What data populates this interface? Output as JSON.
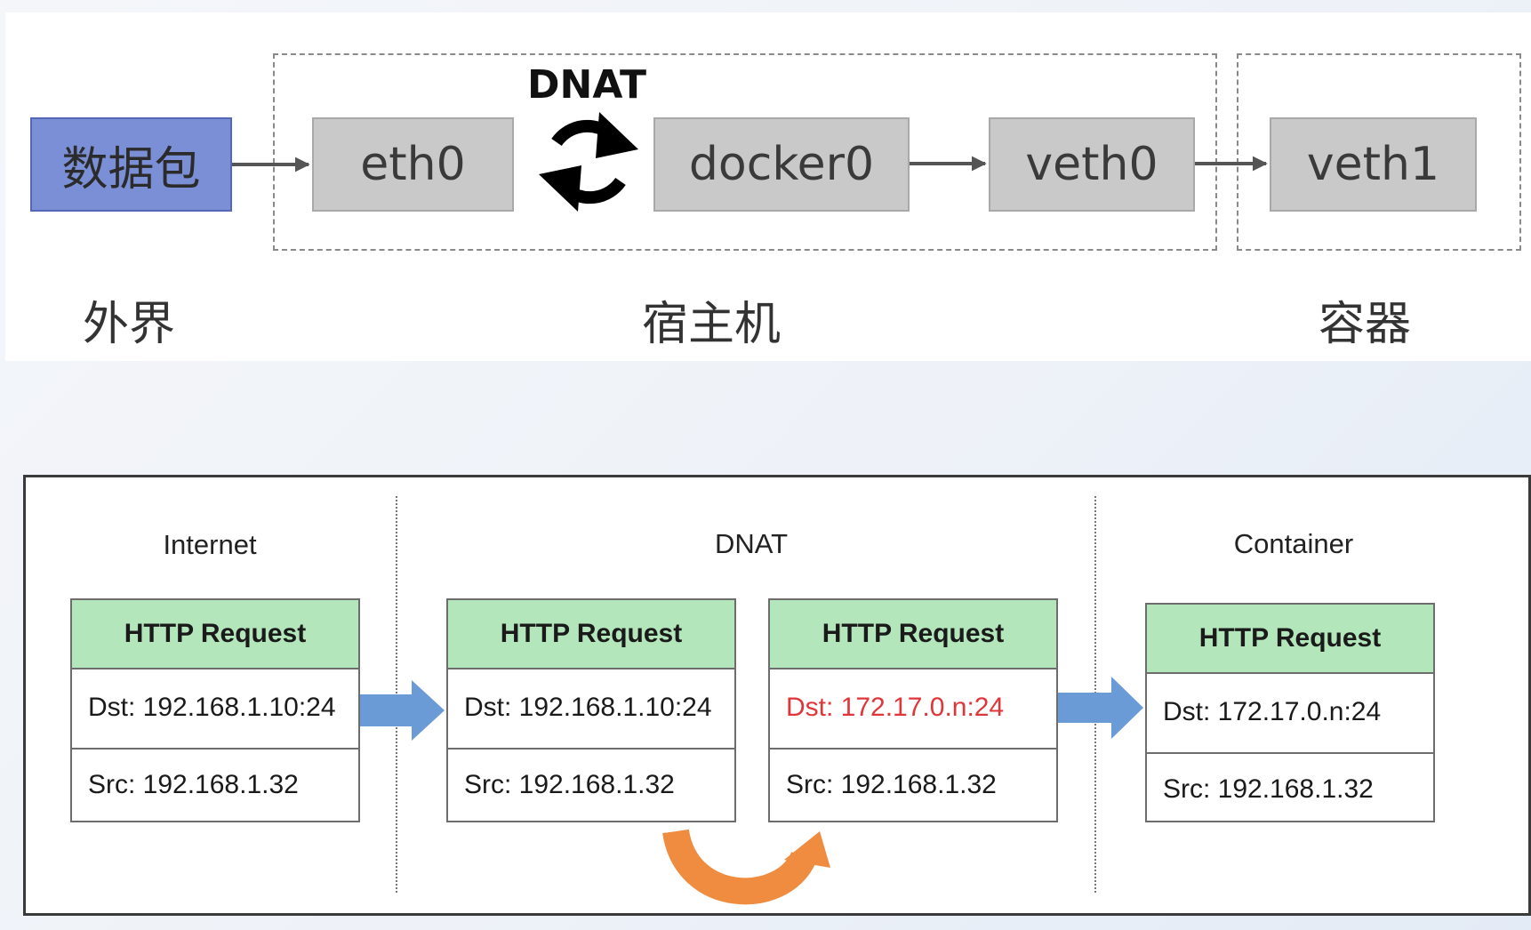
{
  "top": {
    "dnat_label": "DNAT",
    "nodes": {
      "packet": "数据包",
      "eth0": "eth0",
      "docker0": "docker0",
      "veth0": "veth0",
      "veth1": "veth1"
    },
    "zones": {
      "outside": "外界",
      "host": "宿主机",
      "container": "容器"
    }
  },
  "bottom": {
    "sections": {
      "internet": "Internet",
      "dnat": "DNAT",
      "container": "Container"
    },
    "packets": [
      {
        "header": "HTTP Request",
        "dst": "Dst: 192.168.1.10:24",
        "src": "Src: 192.168.1.32"
      },
      {
        "header": "HTTP Request",
        "dst": "Dst: 192.168.1.10:24",
        "src": "Src: 192.168.1.32"
      },
      {
        "header": "HTTP Request",
        "dst": "Dst: 172.17.0.n:24",
        "src": "Src: 192.168.1.32"
      },
      {
        "header": "HTTP Request",
        "dst": "Dst: 172.17.0.n:24",
        "src": "Src: 192.168.1.32"
      }
    ]
  },
  "colors": {
    "packet_node": "#7b8fd6",
    "interface_node": "#c9c9c9",
    "header_green": "#b3e6bb",
    "flow_arrow_blue": "#6b9bd6",
    "rewrite_arrow_orange": "#ef8c3f",
    "changed_text_red": "#e0363a"
  }
}
